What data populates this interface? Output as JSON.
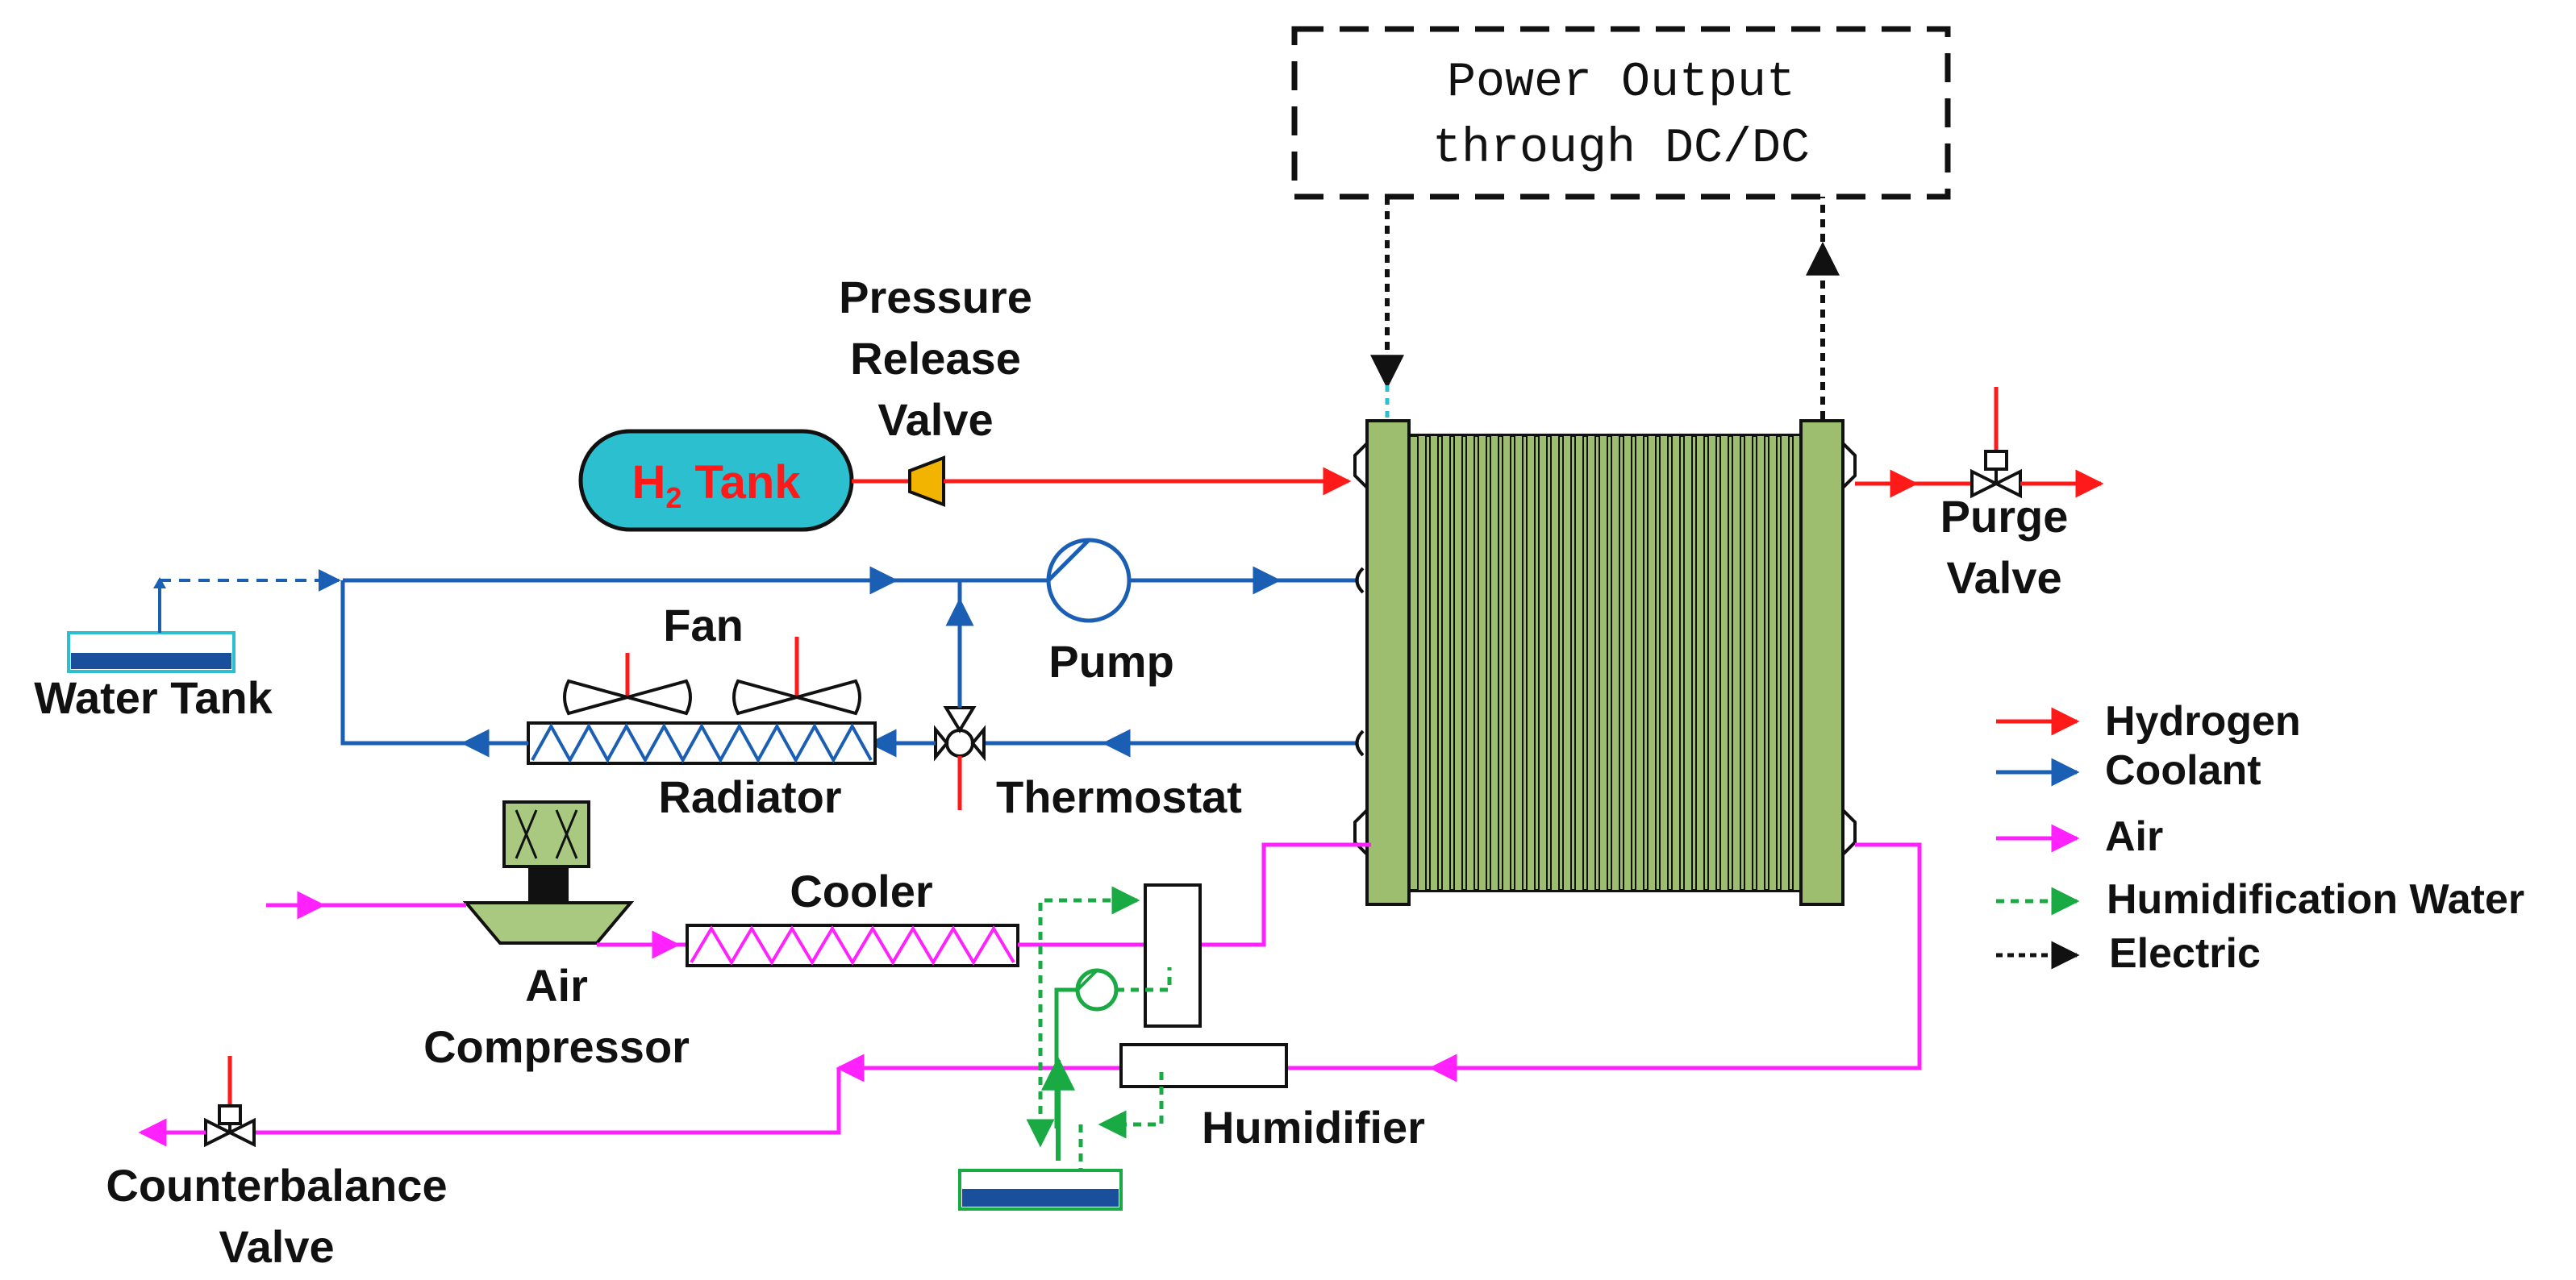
{
  "power_box": {
    "line1": "Power Output",
    "line2": "through DC/DC"
  },
  "labels": {
    "pressure_release_valve": [
      "Pressure",
      "Release",
      "Valve"
    ],
    "h2_tank_prefix": "H",
    "h2_tank_subscript": "2",
    "h2_tank_suffix": " Tank",
    "purge_valve": [
      "Purge",
      "Valve"
    ],
    "water_tank": "Water Tank",
    "fan": "Fan",
    "pump": "Pump",
    "radiator": "Radiator",
    "thermostat": "Thermostat",
    "cooler": "Cooler",
    "air_compressor": [
      "Air",
      "Compressor"
    ],
    "humidifier": "Humidifier",
    "counterbalance_valve": [
      "Counterbalance",
      "Valve"
    ]
  },
  "legend": [
    {
      "name": "Hydrogen",
      "color": "#ff1a1a",
      "dashed": false
    },
    {
      "name": "Coolant",
      "color": "#1a5fb4",
      "dashed": false
    },
    {
      "name": "Air",
      "color": "#ff22ff",
      "dashed": false
    },
    {
      "name": "Humidification Water",
      "color": "#1aaa44",
      "dashed": true
    },
    {
      "name": "Electric",
      "color": "#111111",
      "dashed": true
    }
  ],
  "colors": {
    "hydrogen": "#ff1a1a",
    "coolant": "#1a5fb4",
    "air": "#ff22ff",
    "water": "#1aaa44",
    "electric": "#111111",
    "stack_fill": "#9dbd6f",
    "tank_fill": "#2bbfcf",
    "valve_fill": "#f2b400",
    "compressor_fill": "#a8c97f"
  }
}
